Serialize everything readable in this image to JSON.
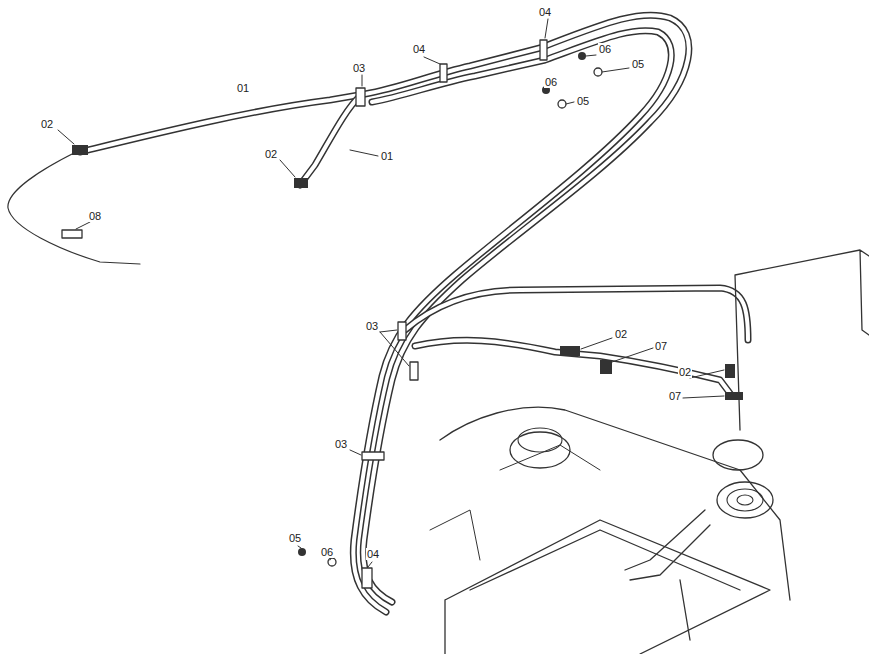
{
  "diagram": {
    "labels": [
      "04",
      "03",
      "04",
      "06",
      "05",
      "01",
      "06",
      "05",
      "02",
      "02",
      "01",
      "08",
      "03",
      "02",
      "07",
      "02",
      "07",
      "03",
      "05",
      "06",
      "04"
    ]
  }
}
